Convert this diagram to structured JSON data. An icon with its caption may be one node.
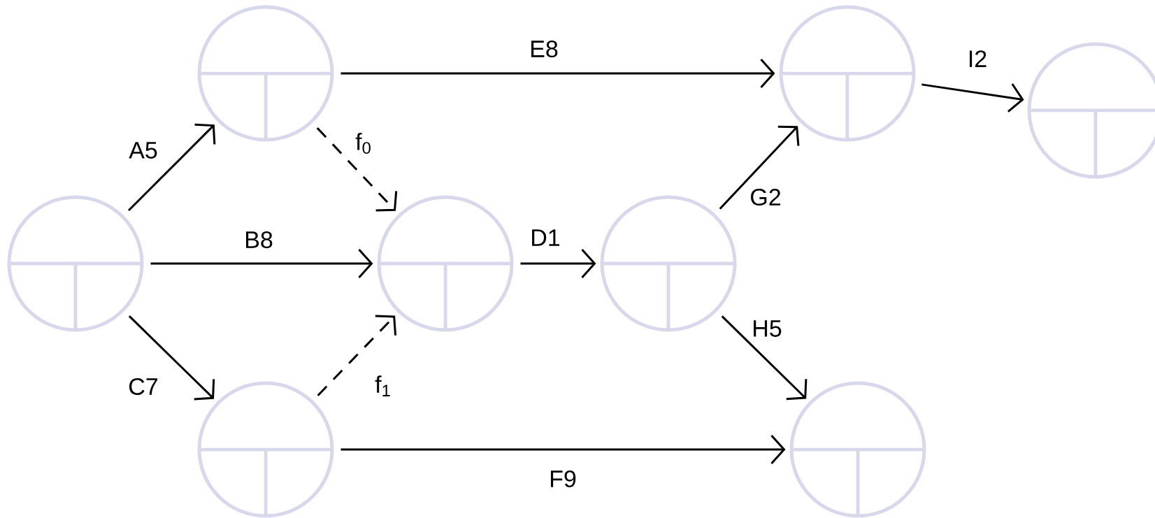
{
  "diagram": {
    "nodes": [
      {
        "text": [],
        "shape": "circle"
      },
      {
        "text": [],
        "shape": "circle"
      },
      {
        "text": [],
        "shape": "circle"
      },
      {
        "text": [],
        "shape": "circle"
      },
      {
        "text": [],
        "shape": "circle"
      },
      {
        "text": [],
        "shape": "circle"
      },
      {
        "text": [],
        "shape": "circle"
      },
      {
        "text": [],
        "shape": "circle"
      }
    ],
    "edges": [
      {
        "from": 0,
        "to": 1,
        "arrow": "to",
        "label": "A5"
      },
      {
        "from": 0,
        "to": 2,
        "arrow": "to",
        "label": "B8"
      },
      {
        "from": 0,
        "to": 3,
        "arrow": "to",
        "label": "C7"
      },
      {
        "from": 1,
        "to": 2,
        "arrow": "to",
        "label": "f$_{0}$",
        "style": "dashed"
      },
      {
        "from": 3,
        "to": 2,
        "arrow": "to",
        "label": "f$_{1}$",
        "style": "dashed"
      },
      {
        "from": 1,
        "to": 5,
        "arrow": "to",
        "label": "E8"
      },
      {
        "from": 2,
        "to": 4,
        "arrow": "to",
        "label": "D1"
      },
      {
        "from": 3,
        "to": 7,
        "arrow": "to",
        "label": "F9"
      },
      {
        "from": 4,
        "to": 5,
        "arrow": "to",
        "label": "G2"
      },
      {
        "from": 4,
        "to": 7,
        "arrow": "to",
        "label": "H5"
      },
      {
        "from": 5,
        "to": 6,
        "arrow": "to",
        "label": "I2"
      }
    ]
  }
}
